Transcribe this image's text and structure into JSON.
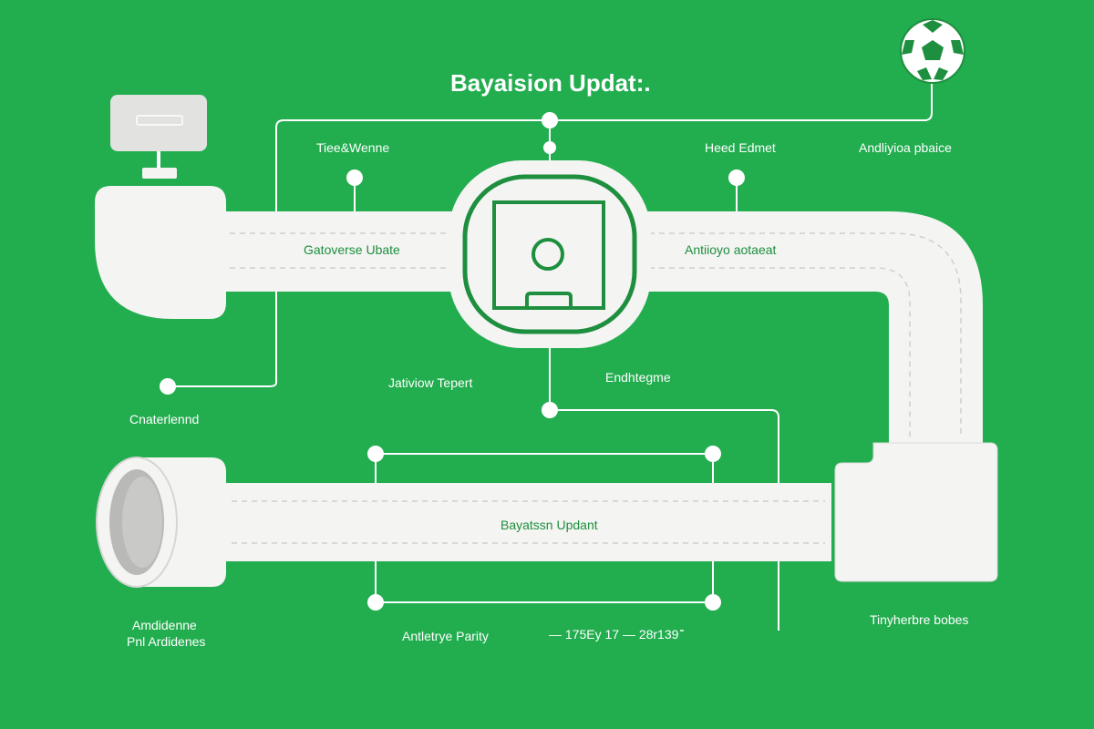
{
  "title": "Bayaision Updat:.",
  "labels": {
    "top_left": "Tiee&Wenne",
    "top_mid_right": "Heed Edmet",
    "top_right": "Andliyioa pbaice",
    "upper_pipe_left": "Gatoverse Ubate",
    "upper_pipe_right": "Antiioyo aotaeat",
    "mid_left": "Jativiow Tepert",
    "mid_right": "Endhtegme",
    "left_side": "Cnaterlennd",
    "lower_pipe": "Bayatssn Updant",
    "bottom_left_1": "Amdidenne",
    "bottom_left_2": "Pnl Ardidenes",
    "bottom_mid": "Antletrye Parity",
    "bottom_range": "— 175Ey 17 — 28r139",
    "bottom_right": "Tinyherbre bobes"
  },
  "icons": {
    "monitor": "monitor-icon",
    "soccer_ball": "soccer-ball-icon",
    "soccer_field": "soccer-field-icon",
    "pipe_opening": "pipe-opening-icon"
  },
  "colors": {
    "background": "#22ad4f",
    "pipe": "#f4f4f2",
    "accent": "#1e8f3f",
    "line": "#ffffff"
  }
}
